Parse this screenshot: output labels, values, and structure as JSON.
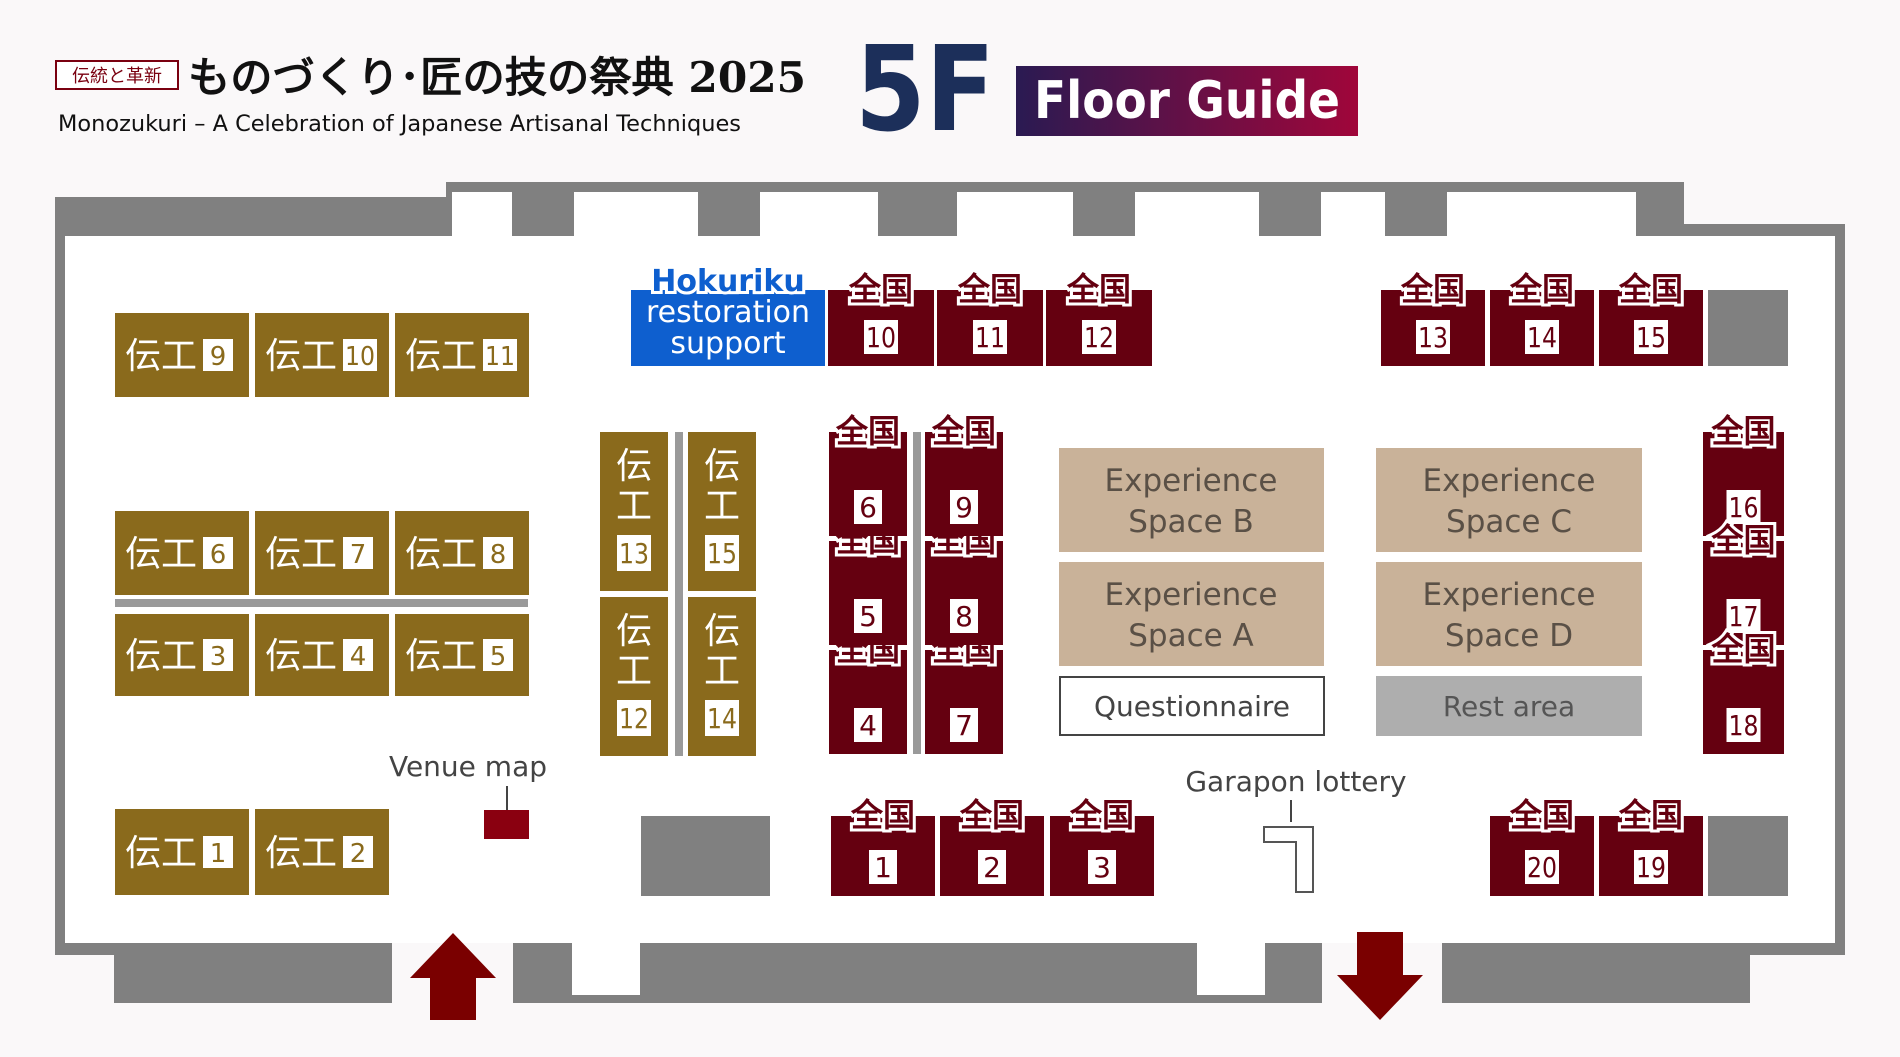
{
  "header": {
    "tag": "伝統と革新",
    "title": "ものづくり･匠の技の祭典 2025",
    "subtitle": "Monozukuri – A Celebration of Japanese Artisanal Techniques",
    "floor": "5F",
    "guide_label": "Floor Guide"
  },
  "colors": {
    "wall": "#808080",
    "densho": "#8a6a1c",
    "zenkoku": "#650010",
    "experience": "#c9b299",
    "hokuriku": "#0e5fcf",
    "rest": "#aeaeae",
    "arrow": "#7a0000",
    "title_navy": "#1c2f5a"
  },
  "labels": {
    "densho": "伝工",
    "zenkoku": "全国",
    "hokuriku": [
      "Hokuriku",
      "restoration",
      "support"
    ],
    "venue_map": "Venue map",
    "garapon": "Garapon lottery",
    "questionnaire": "Questionnaire",
    "rest_area": "Rest area"
  },
  "experience_spaces": [
    {
      "id": "b",
      "line1": "Experience",
      "line2": "Space B"
    },
    {
      "id": "c",
      "line1": "Experience",
      "line2": "Space C"
    },
    {
      "id": "a",
      "line1": "Experience",
      "line2": "Space A"
    },
    {
      "id": "d",
      "line1": "Experience",
      "line2": "Space D"
    }
  ],
  "densho_booths": [
    "1",
    "2",
    "3",
    "4",
    "5",
    "6",
    "7",
    "8",
    "9",
    "10",
    "11",
    "12",
    "13",
    "14",
    "15"
  ],
  "zenkoku_booths": [
    "1",
    "2",
    "3",
    "4",
    "5",
    "6",
    "7",
    "8",
    "9",
    "10",
    "11",
    "12",
    "13",
    "14",
    "15",
    "16",
    "17",
    "18",
    "19",
    "20"
  ]
}
